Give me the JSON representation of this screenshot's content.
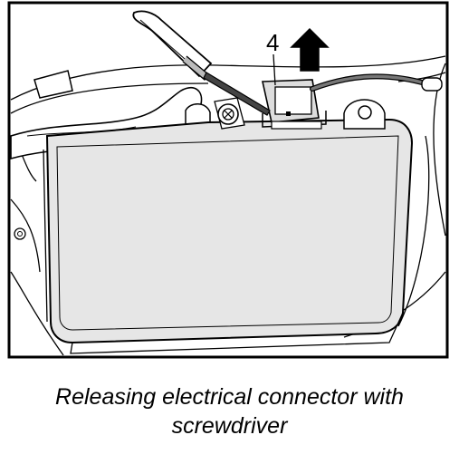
{
  "figure": {
    "callout_number": "4",
    "colors": {
      "line": "#000000",
      "module_fill": "#e6e6e6",
      "background": "#ffffff",
      "arrow": "#000000"
    },
    "icons": [
      "up-arrow-icon",
      "screwdriver-icon",
      "bolt-icon"
    ]
  },
  "caption": {
    "line1": "Releasing electrical connector with",
    "line2": "screwdriver"
  }
}
